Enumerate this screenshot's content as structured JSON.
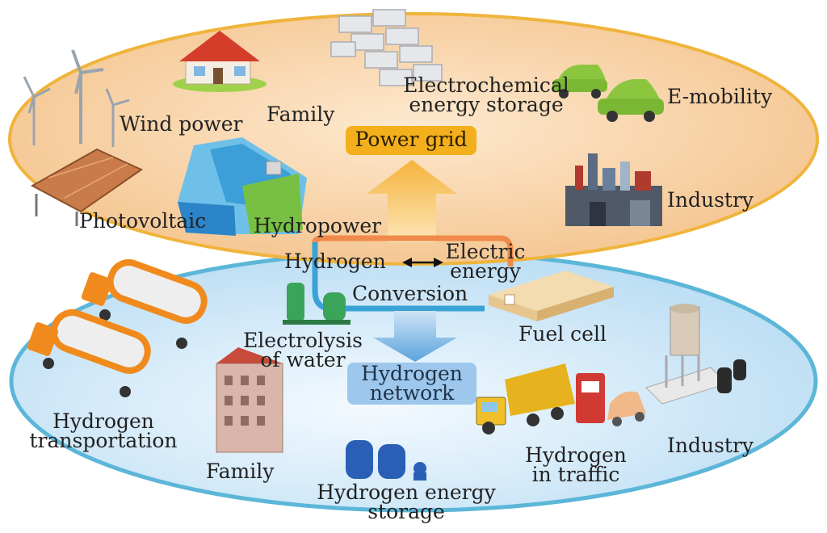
{
  "top_ellipse": {
    "labels": {
      "wind_power": "Wind power",
      "family": "Family",
      "electrochemical_line1": "Electrochemical",
      "electrochemical_line2": "energy storage",
      "e_mobility": "E-mobility",
      "power_grid": "Power grid",
      "photovoltaic": "Photovoltaic",
      "hydropower": "Hydropower",
      "industry": "Industry"
    }
  },
  "center": {
    "hydrogen": "Hydrogen",
    "electric_line1": "Electric",
    "electric_line2": "energy",
    "conversion": "Conversion",
    "arrow_symbol": "←→"
  },
  "bottom_ellipse": {
    "labels": {
      "electrolysis_line1": "Electrolysis",
      "electrolysis_line2": "of water",
      "fuel_cell": "Fuel cell",
      "hydrogen_network_line1": "Hydrogen",
      "hydrogen_network_line2": "network",
      "hydrogen_transportation_line1": "Hydrogen",
      "hydrogen_transportation_line2": "transportation",
      "family": "Family",
      "hydrogen_storage_line1": "Hydrogen energy",
      "hydrogen_storage_line2": "storage",
      "hydrogen_traffic_line1": "Hydrogen",
      "hydrogen_traffic_line2": "in traffic",
      "industry": "Industry"
    }
  },
  "colors": {
    "top_fill": "#f6d2a6",
    "top_border": "#f0b43c",
    "bottom_fill": "#cfe6f7",
    "bottom_border": "#5cb6d8",
    "power_grid_pill": "#f3b01c",
    "hydrogen_network_pill": "#9dc7ec",
    "up_arrow": "#f8c66a",
    "down_arrow": "#7fb6e3"
  },
  "icons": [
    "wind-turbine-icon",
    "house-icon",
    "battery-storage-icon",
    "electric-car-icon",
    "solar-panel-icon",
    "hydropower-dam-icon",
    "factory-icon",
    "electrolyzer-icon",
    "fuel-cell-icon",
    "tanker-truck-icon",
    "apartment-building-icon",
    "hydrogen-tank-icon",
    "dump-truck-icon",
    "hydrogen-pump-icon",
    "chemical-plant-icon"
  ]
}
